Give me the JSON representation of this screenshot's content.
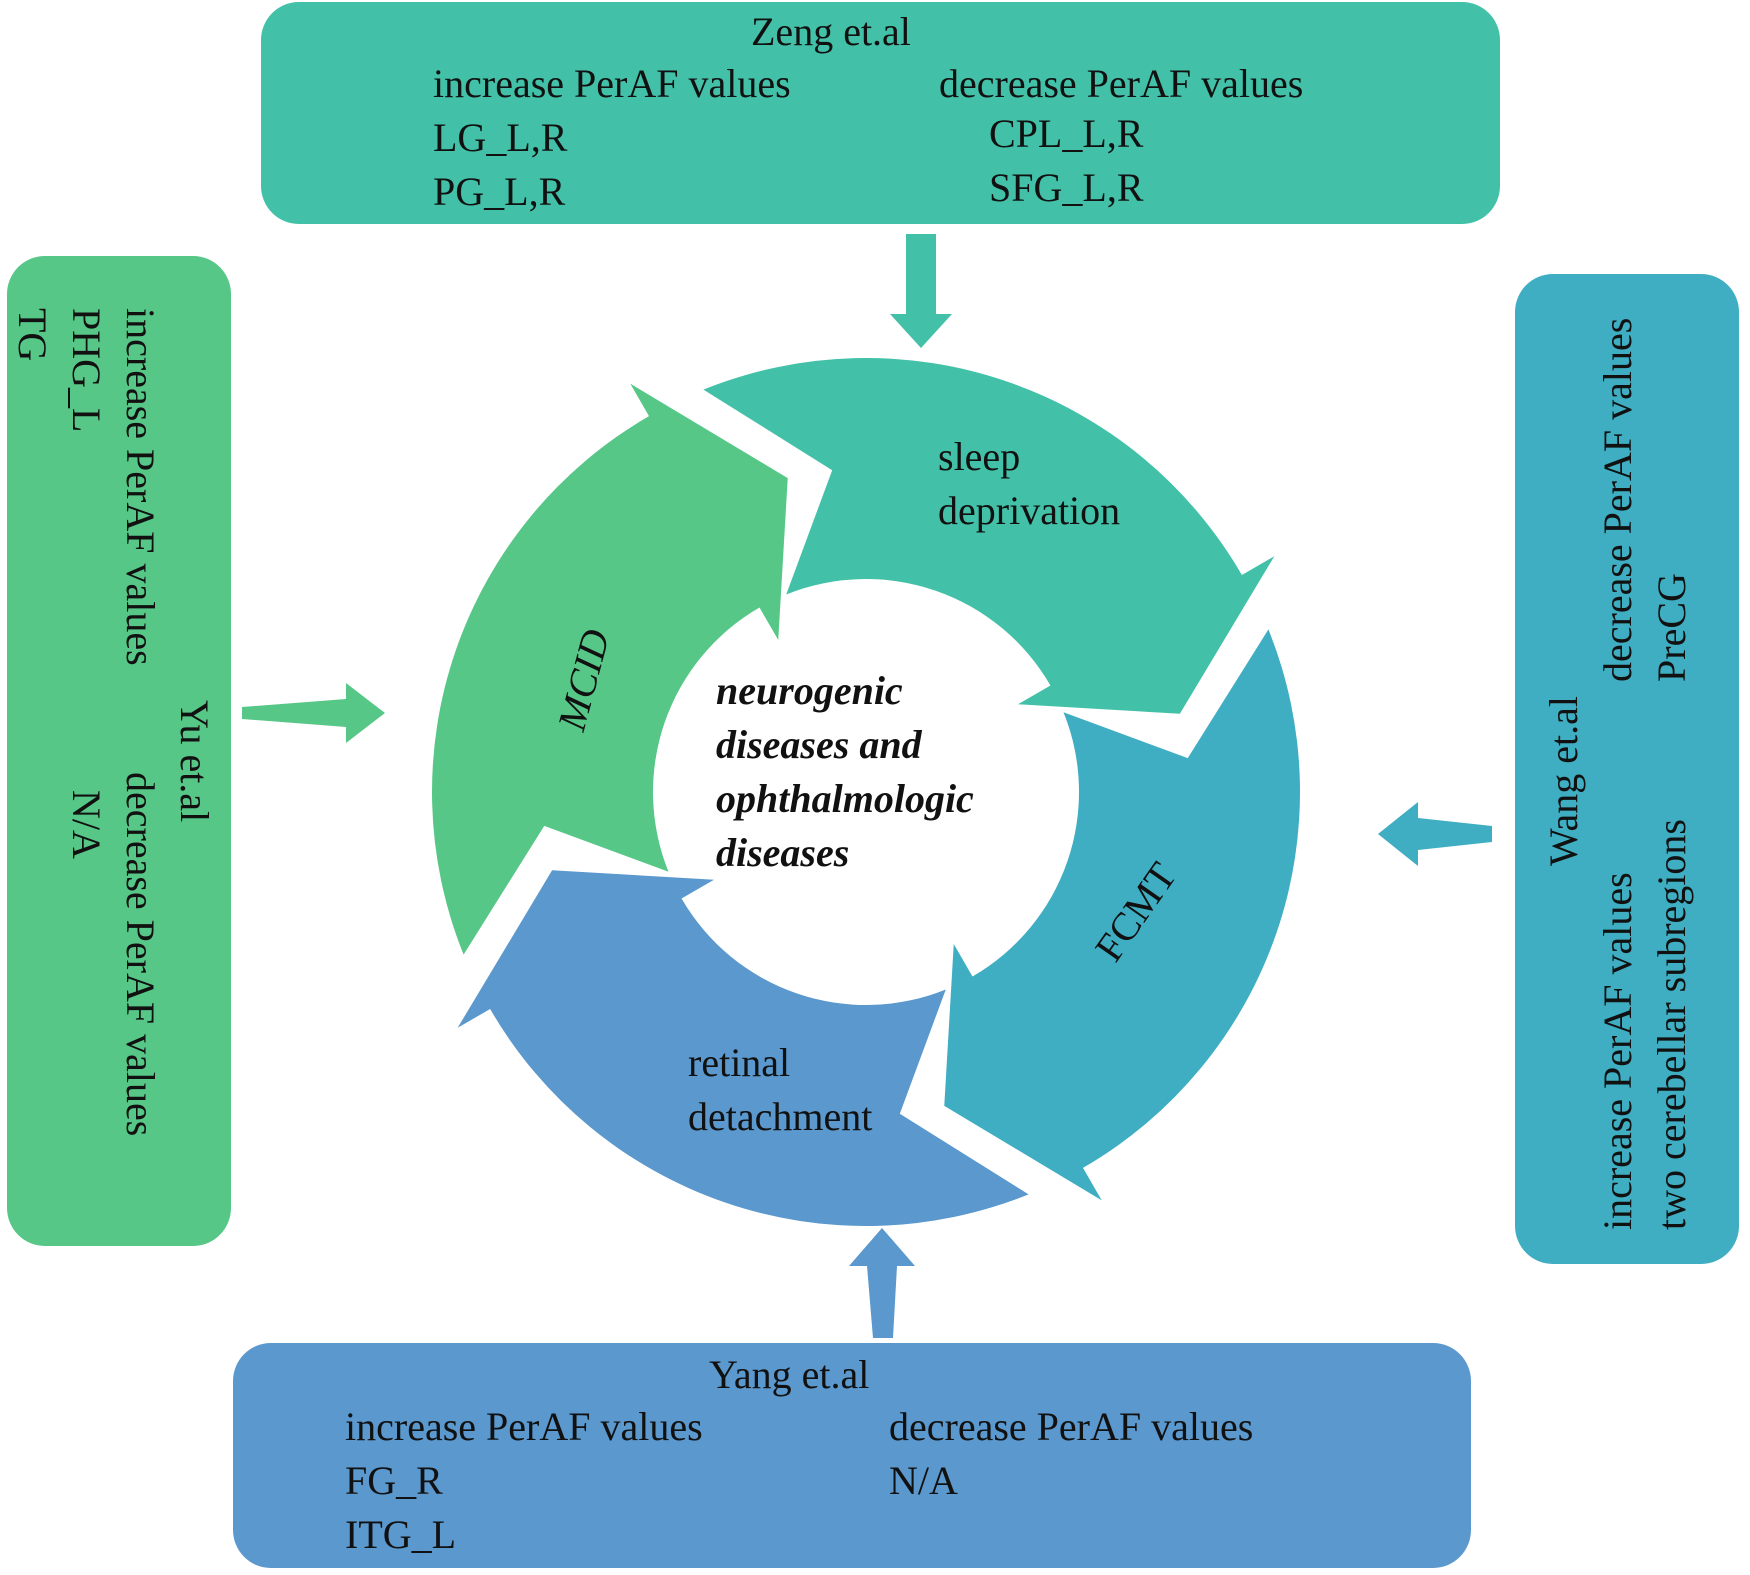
{
  "colors": {
    "zeng": "#42c1a8",
    "yu": "#56c787",
    "wang": "#3faec2",
    "yang": "#5a98cd",
    "arrow_top": "#42c1a8",
    "arrow_left": "#56c787",
    "arrow_right": "#3faec2",
    "arrow_bottom": "#5a98cd"
  },
  "center": {
    "lines": [
      "neurogenic",
      "diseases and",
      "ophthalmologic",
      "diseases"
    ]
  },
  "cycle": {
    "sleep": {
      "lines": [
        "sleep",
        "deprivation"
      ],
      "color": "#42c1a8"
    },
    "fcmt": {
      "label": "FCMT",
      "color": "#3faec2"
    },
    "retinal": {
      "lines": [
        "retinal",
        "detachment"
      ],
      "color": "#5a98cd"
    },
    "mcid": {
      "label": "MCID",
      "color": "#56c787"
    }
  },
  "zeng": {
    "title": "Zeng et.al",
    "increase_heading": "increase PerAF values",
    "decrease_heading": "decrease PerAF values",
    "increase_items": [
      "LG_L,R",
      "PG_L,R"
    ],
    "decrease_items": [
      "CPL_L,R",
      "SFG_L,R"
    ]
  },
  "yang": {
    "title": "Yang et.al",
    "increase_heading": "increase PerAF values",
    "decrease_heading": "decrease PerAF values",
    "increase_items": [
      "FG_R",
      "ITG_L"
    ],
    "decrease_items": [
      "N/A"
    ]
  },
  "yu": {
    "title": "Yu et.al",
    "increase_heading": "increase PerAF values",
    "decrease_heading": "decrease PerAF values",
    "increase_items": [
      "PHG_L",
      "TG"
    ],
    "decrease_items": [
      "N/A"
    ]
  },
  "wang": {
    "title": "Wang et.al",
    "increase_heading": "increase PerAF values",
    "decrease_heading": "decrease PerAF values",
    "increase_items": [
      "two cerebellar subregions"
    ],
    "decrease_items": [
      "PreCG"
    ]
  }
}
